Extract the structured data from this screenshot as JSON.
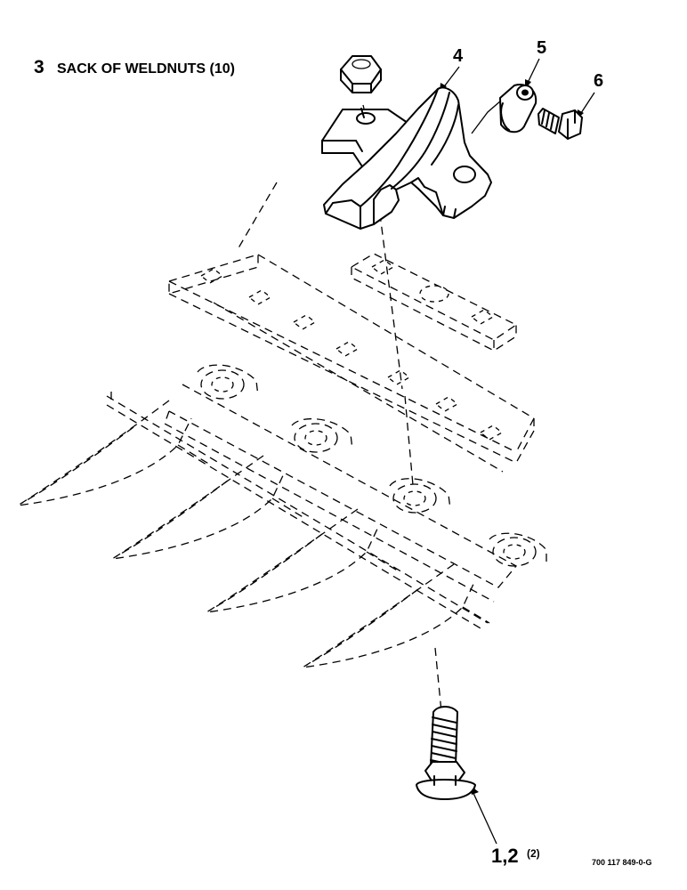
{
  "callouts": {
    "item3_number": "3",
    "item3_text": "SACK OF WELDNUTS (10)",
    "item4": "4",
    "item5": "5",
    "item6": "6",
    "item12_main": "1,2",
    "item12_qty": "(2)"
  },
  "drawing_number": "700 117 849-0-G"
}
